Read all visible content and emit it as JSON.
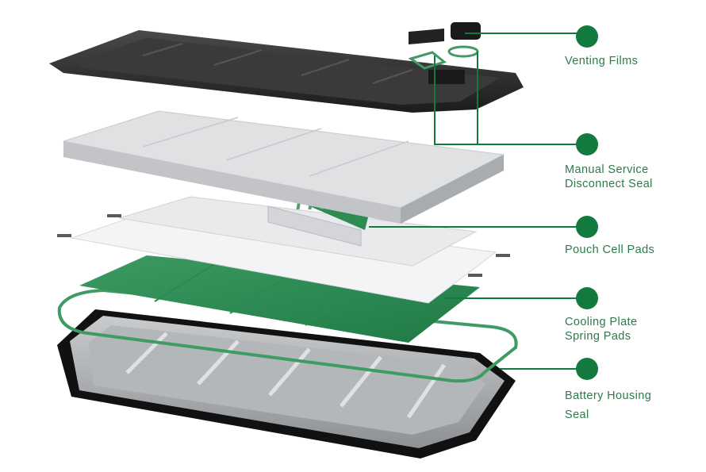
{
  "accent_color": "#137a3f",
  "label_color": "#2e7a4d",
  "callouts": [
    {
      "id": "venting-films",
      "lines": [
        "Venting Films"
      ]
    },
    {
      "id": "msd-seal",
      "lines": [
        "Manual Service",
        "Disconnect Seal"
      ]
    },
    {
      "id": "pouch-cell-pads",
      "lines": [
        "Pouch Cell Pads"
      ]
    },
    {
      "id": "cooling-plate-spring-pads",
      "lines": [
        "Cooling Plate",
        "Spring Pads"
      ]
    },
    {
      "id": "battery-housing-seal",
      "lines": [
        "Battery Housing",
        "Seal"
      ]
    }
  ]
}
